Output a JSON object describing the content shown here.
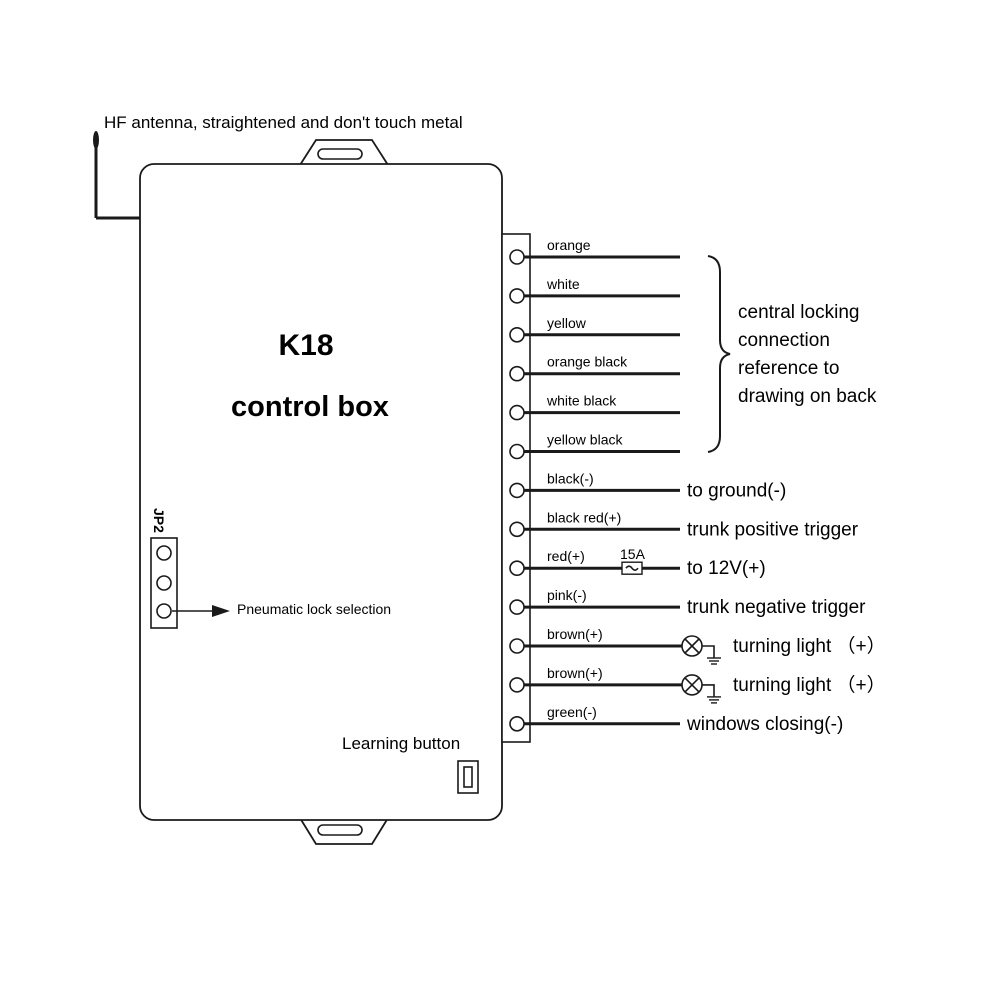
{
  "antenna_label": "HF antenna, straightened and don't touch metal",
  "box": {
    "model": "K18",
    "name": "control box",
    "jumper": "JP2",
    "jumper_label": "Pneumatic lock selection",
    "learning_label": "Learning button"
  },
  "wires": [
    {
      "color": "orange",
      "target": ""
    },
    {
      "color": "white",
      "target": ""
    },
    {
      "color": "yellow",
      "target": ""
    },
    {
      "color": "orange black",
      "target": ""
    },
    {
      "color": "white black",
      "target": ""
    },
    {
      "color": "yellow black",
      "target": ""
    },
    {
      "color": "black(-)",
      "target": "to ground(-)"
    },
    {
      "color": "black red(+)",
      "target": "trunk positive trigger"
    },
    {
      "color": "red(+)",
      "target": "to 12V(+)"
    },
    {
      "color": "pink(-)",
      "target": "trunk negative trigger"
    },
    {
      "color": "brown(+)",
      "target": "turning light （+）"
    },
    {
      "color": "brown(+)",
      "target": "turning light （+）"
    },
    {
      "color": "green(-)",
      "target": "windows closing(-)"
    }
  ],
  "fuse_label": "15A",
  "central_locking": {
    "lines": [
      "central locking",
      "connection",
      "reference to",
      "drawing on back"
    ]
  }
}
